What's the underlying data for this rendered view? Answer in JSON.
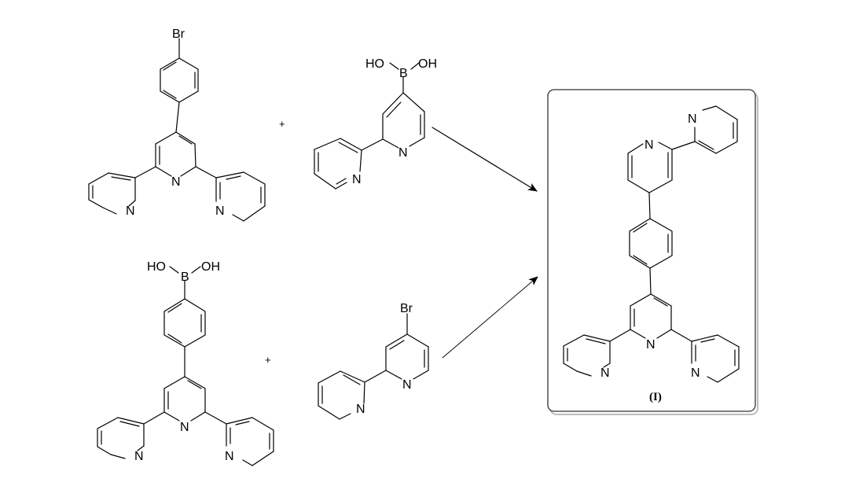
{
  "scheme": {
    "plus_symbol": "+",
    "product_label": "(I)",
    "atoms": {
      "bromine": "Br",
      "nitrogen": "N",
      "boron": "B",
      "hydroxyl_left": "HO",
      "hydroxyl_right": "OH"
    },
    "colors": {
      "ink": "#000000",
      "box_border": "#333333",
      "box_shadow": "#bdbdbd"
    }
  }
}
